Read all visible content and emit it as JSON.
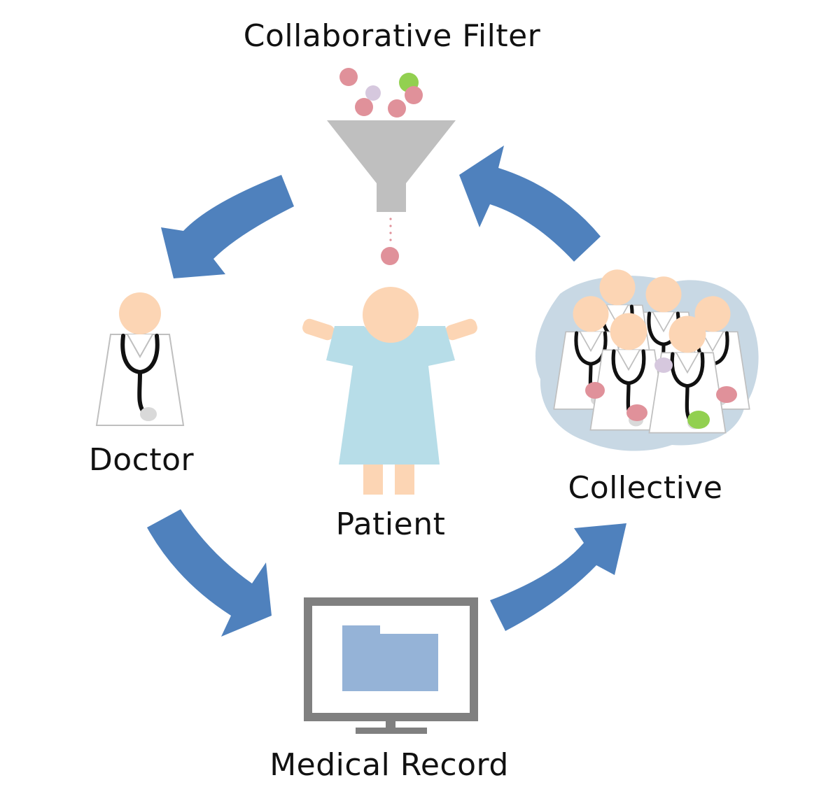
{
  "labels": {
    "filter": "Collaborative Filter",
    "doctor": "Doctor",
    "patient": "Patient",
    "collective": "Collective",
    "record": "Medical Record"
  },
  "icons": {
    "filter": "funnel-icon",
    "doctor": "doctor-icon",
    "patient": "patient-icon",
    "collective": "doctor-group-icon",
    "record": "monitor-folder-icon"
  },
  "colors": {
    "arrow": "#4f81bd",
    "skin": "#fcd5b4",
    "gown": "#b7dde8",
    "funnel": "#bfbfbf",
    "pill_red": "#e0919a",
    "pill_green": "#92d050",
    "pill_purple": "#d6c8de",
    "cloud": "#c8d8e4",
    "monitor": "#808080",
    "folder": "#95b3d7",
    "stethoscope_end": "#d9d9d9"
  }
}
